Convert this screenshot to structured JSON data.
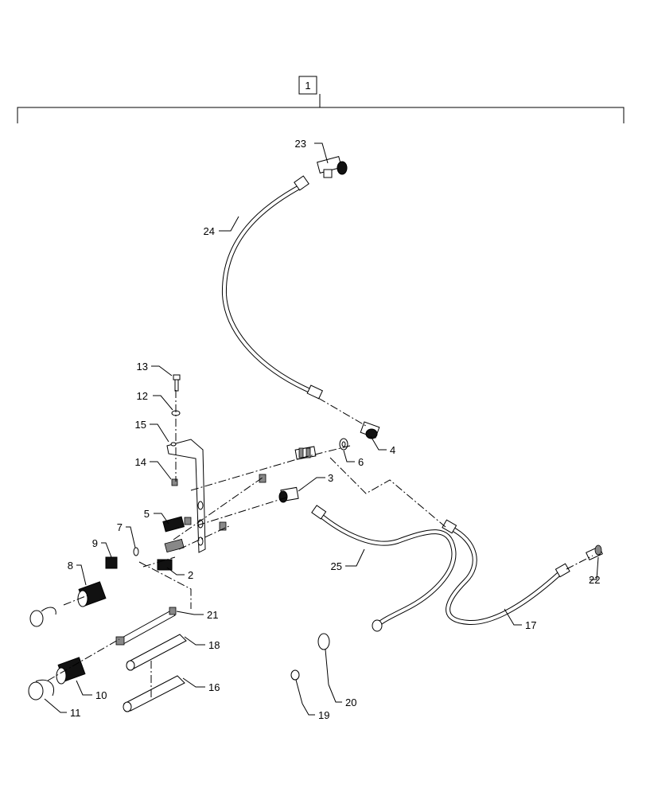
{
  "assembly": {
    "label": "1"
  },
  "callouts": {
    "c2": "2",
    "c3": "3",
    "c4": "4",
    "c5": "5",
    "c6": "6",
    "c7": "7",
    "c8": "8",
    "c9": "9",
    "c10": "10",
    "c11": "11",
    "c12": "12",
    "c13": "13",
    "c14": "14",
    "c15": "15",
    "c16": "16",
    "c17": "17",
    "c18": "18",
    "c19": "19",
    "c20": "20",
    "c21": "21",
    "c22": "22",
    "c23": "23",
    "c24": "24",
    "c25": "25"
  }
}
